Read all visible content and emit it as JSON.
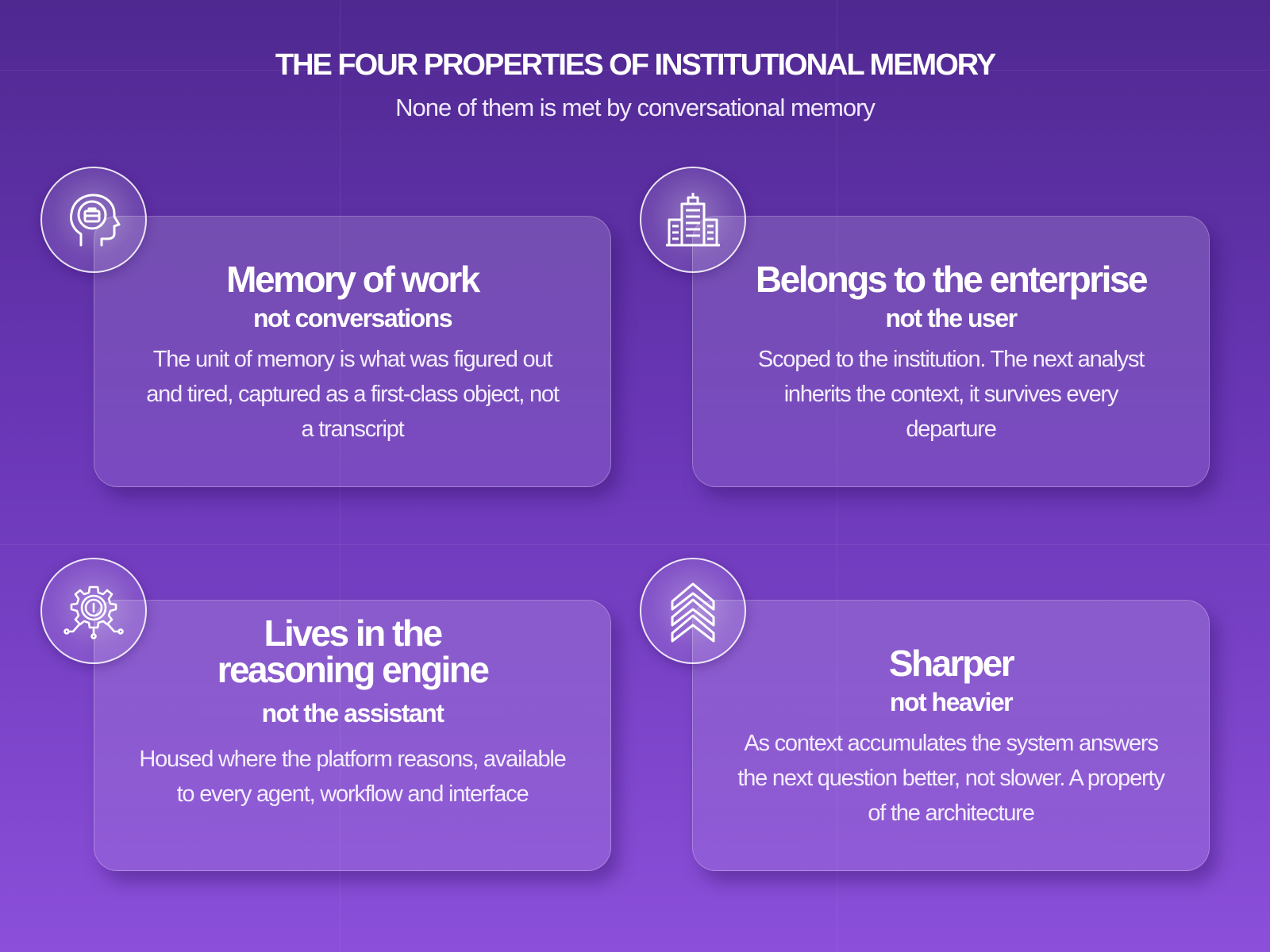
{
  "header": {
    "title": "THE FOUR PROPERTIES OF INSTITUTIONAL MEMORY",
    "subtitle": "None of them is met by conversational memory"
  },
  "cards": [
    {
      "title": "Memory of work",
      "subtitle": "not conversations",
      "description": "The unit of memory is what was figured out and tired, captured as a first-class object, not a transcript",
      "icon": "head-briefcase-icon"
    },
    {
      "title": "Belongs to the enterprise",
      "subtitle": "not the user",
      "description": "Scoped to the institution. The next analyst inherits the context, it survives every departure",
      "icon": "building-icon"
    },
    {
      "title": "Lives in the reasoning engine",
      "subtitle": "not the assistant",
      "description": "Housed where the platform reasons, available to every agent, workflow and interface",
      "icon": "gear-circuit-icon"
    },
    {
      "title": "Sharper",
      "subtitle": "not heavier",
      "description": "As context accumulates the system answers the next question better, not slower. A property of the architecture",
      "icon": "chevrons-up-icon"
    }
  ],
  "colors": {
    "background_top": "#4f2890",
    "background_bottom": "#8b4fd9",
    "text": "#ffffff"
  }
}
